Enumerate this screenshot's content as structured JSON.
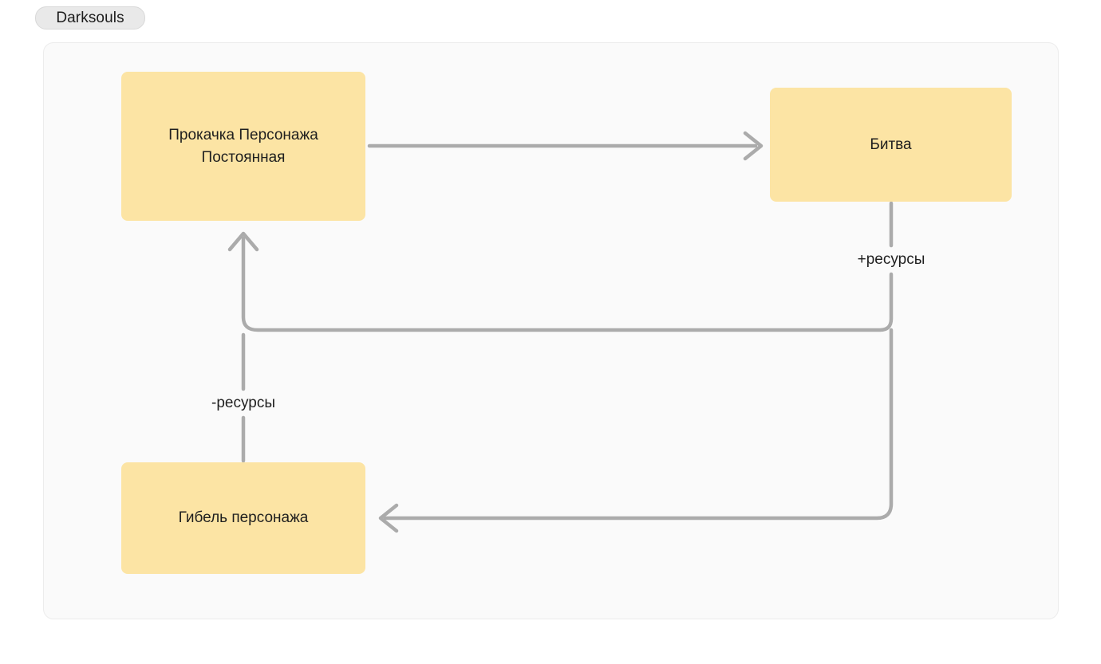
{
  "badge": {
    "label": "Darksouls"
  },
  "diagram": {
    "type": "flow-loop",
    "background_color": "#fafafa",
    "node_color": "#fce4a4",
    "edge_color": "#ababab",
    "nodes": [
      {
        "id": "progression",
        "label": "Прокачка Персонажа\nПостоянная"
      },
      {
        "id": "battle",
        "label": "Битва"
      },
      {
        "id": "death",
        "label": "Гибель персонажа"
      }
    ],
    "edges": [
      {
        "id": "progression-to-battle",
        "from": "progression",
        "to": "battle",
        "label": ""
      },
      {
        "id": "battle-to-progression",
        "from": "battle",
        "to": "progression",
        "label": "+ресурсы"
      },
      {
        "id": "battle-to-death",
        "from": "battle",
        "to": "death",
        "label": ""
      },
      {
        "id": "death-to-progression",
        "from": "death",
        "to": "progression",
        "label": "-ресурсы"
      }
    ]
  }
}
